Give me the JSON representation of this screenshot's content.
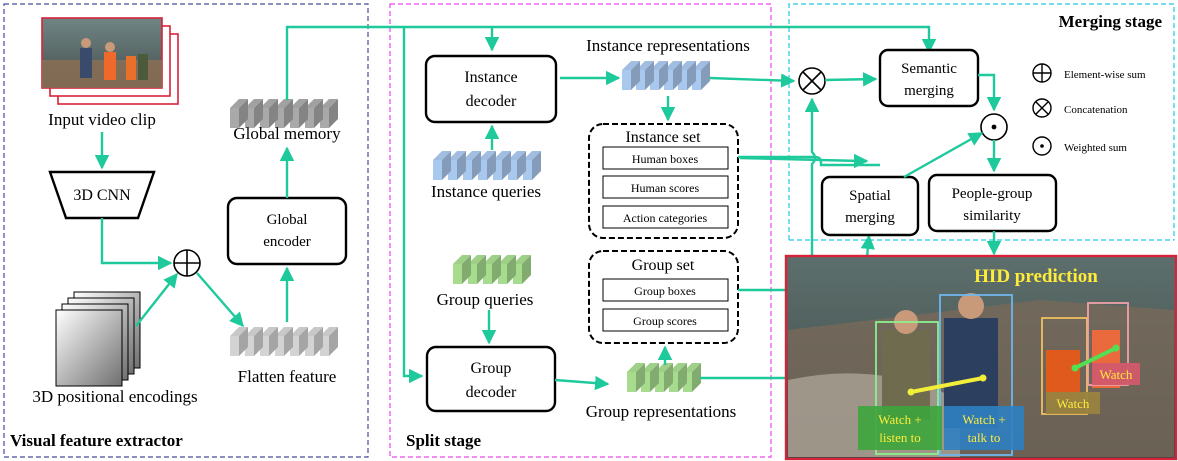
{
  "stages": {
    "visual": "Visual feature extractor",
    "split": "Split stage",
    "merging": "Merging stage"
  },
  "colors": {
    "arrow": "#1ec99b",
    "visual_border": "#4b4b9b",
    "split_border": "#ee44ee",
    "merging_border": "#22c8e8",
    "instance_token": "#a9c8ee",
    "group_token": "#a7db8e",
    "memory_token": "#a9a9a9",
    "flatten_token": "#d3d3d3",
    "hid_title": "#ffeb3b"
  },
  "visual": {
    "input_clip": "Input video clip",
    "cnn": "3D CNN",
    "positional": "3D positional encodings",
    "flatten": "Flatten feature",
    "encoder_line1": "Global",
    "encoder_line2": "encoder",
    "memory": "Global memory"
  },
  "split": {
    "instance_decoder_line1": "Instance",
    "instance_decoder_line2": "decoder",
    "instance_representations": "Instance representations",
    "instance_queries": "Instance queries",
    "instance_set_title": "Instance set",
    "instance_set_items": [
      "Human boxes",
      "Human scores",
      "Action categories"
    ],
    "group_queries": "Group queries",
    "group_set_title": "Group set",
    "group_set_items": [
      "Group boxes",
      "Group scores"
    ],
    "group_decoder_line1": "Group",
    "group_decoder_line2": "decoder",
    "group_representations": "Group representations"
  },
  "merging": {
    "semantic_line1": "Semantic",
    "semantic_line2": "merging",
    "spatial_line1": "Spatial",
    "spatial_line2": "merging",
    "similarity_line1": "People-group",
    "similarity_line2": "similarity"
  },
  "legend": {
    "sum": "Element-wise sum",
    "concat": "Concatenation",
    "weighted": "Weighted sum"
  },
  "hid": {
    "title": "HID prediction",
    "label1_line1": "Watch +",
    "label1_line2": "listen to",
    "label2_line1": "Watch +",
    "label2_line2": "talk to",
    "label3": "Watch",
    "label4": "Watch"
  }
}
